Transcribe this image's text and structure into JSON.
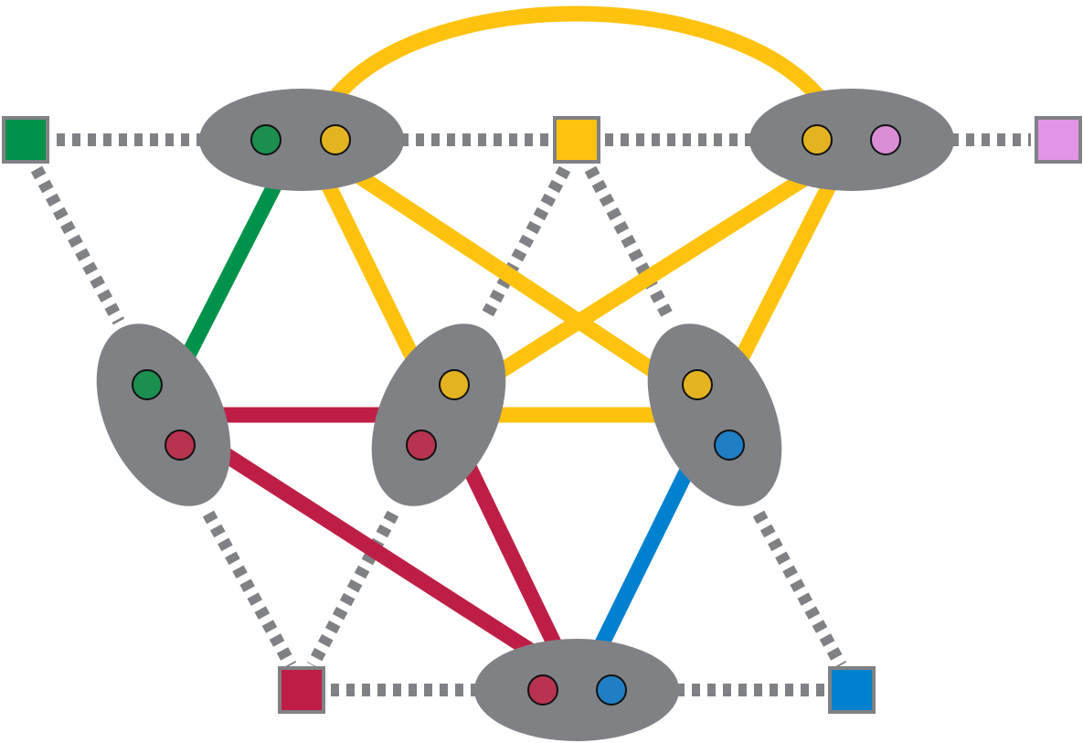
{
  "colors": {
    "green": "#00924a",
    "yellow": "#ffc20e",
    "crimson": "#be1e45",
    "blue": "#0081cf",
    "pink": "#e295e6",
    "gray": "#808185",
    "dot_green": "#1b8f4f",
    "dot_yellow": "#e3b321",
    "dot_crimson": "#b8334f",
    "dot_blue": "#1f7ec4",
    "dot_pink": "#d98ed6",
    "dash_gray": "#808185"
  },
  "terminals": [
    {
      "id": "T1",
      "color": "green"
    },
    {
      "id": "T2",
      "color": "yellow"
    },
    {
      "id": "T3",
      "color": "pink"
    },
    {
      "id": "T4",
      "color": "crimson"
    },
    {
      "id": "T5",
      "color": "blue"
    }
  ],
  "clusters": [
    {
      "id": "A",
      "dots": [
        "green",
        "yellow"
      ]
    },
    {
      "id": "B",
      "dots": [
        "yellow",
        "pink"
      ]
    },
    {
      "id": "C",
      "dots": [
        "green",
        "crimson"
      ]
    },
    {
      "id": "D",
      "dots": [
        "yellow",
        "crimson"
      ]
    },
    {
      "id": "E",
      "dots": [
        "yellow",
        "blue"
      ]
    },
    {
      "id": "F",
      "dots": [
        "crimson",
        "blue"
      ]
    }
  ],
  "solid_links": [
    {
      "from": "A",
      "to": "C",
      "color": "green"
    },
    {
      "from": "A",
      "to": "D",
      "color": "yellow"
    },
    {
      "from": "A",
      "to": "E",
      "color": "yellow"
    },
    {
      "from": "A",
      "to": "B",
      "color": "yellow",
      "style": "arc"
    },
    {
      "from": "B",
      "to": "D",
      "color": "yellow"
    },
    {
      "from": "B",
      "to": "E",
      "color": "yellow"
    },
    {
      "from": "D",
      "to": "E",
      "color": "yellow"
    },
    {
      "from": "C",
      "to": "D",
      "color": "crimson"
    },
    {
      "from": "C",
      "to": "F",
      "color": "crimson"
    },
    {
      "from": "D",
      "to": "F",
      "color": "crimson"
    },
    {
      "from": "E",
      "to": "F",
      "color": "blue"
    }
  ],
  "dashed_links": [
    {
      "from": "T1",
      "to": "A"
    },
    {
      "from": "A",
      "to": "T2"
    },
    {
      "from": "T2",
      "to": "B"
    },
    {
      "from": "B",
      "to": "T3"
    },
    {
      "from": "T1",
      "to": "C"
    },
    {
      "from": "T2",
      "to": "D"
    },
    {
      "from": "T2",
      "to": "E"
    },
    {
      "from": "C",
      "to": "T4"
    },
    {
      "from": "D",
      "to": "T4"
    },
    {
      "from": "T4",
      "to": "F"
    },
    {
      "from": "F",
      "to": "T5"
    },
    {
      "from": "E",
      "to": "T5"
    }
  ]
}
